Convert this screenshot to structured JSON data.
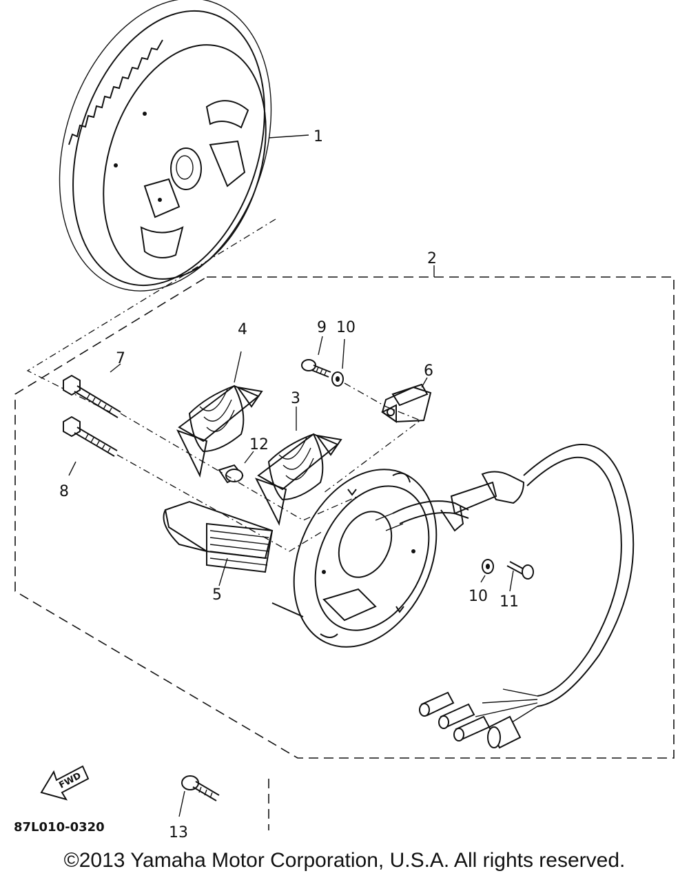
{
  "parts": [
    {
      "id": "1",
      "label": "1"
    },
    {
      "id": "2",
      "label": "2"
    },
    {
      "id": "3",
      "label": "3"
    },
    {
      "id": "4",
      "label": "4"
    },
    {
      "id": "5",
      "label": "5"
    },
    {
      "id": "6",
      "label": "6"
    },
    {
      "id": "7",
      "label": "7"
    },
    {
      "id": "8",
      "label": "8"
    },
    {
      "id": "9",
      "label": "9"
    },
    {
      "id": "10a",
      "label": "10"
    },
    {
      "id": "10b",
      "label": "10"
    },
    {
      "id": "11",
      "label": "11"
    },
    {
      "id": "12",
      "label": "12"
    },
    {
      "id": "13",
      "label": "13"
    }
  ],
  "diagram_code": "87L010-0320",
  "fwd_label": "FWD",
  "copyright": "©2013 Yamaha Motor Corporation, U.S.A. All rights reserved."
}
